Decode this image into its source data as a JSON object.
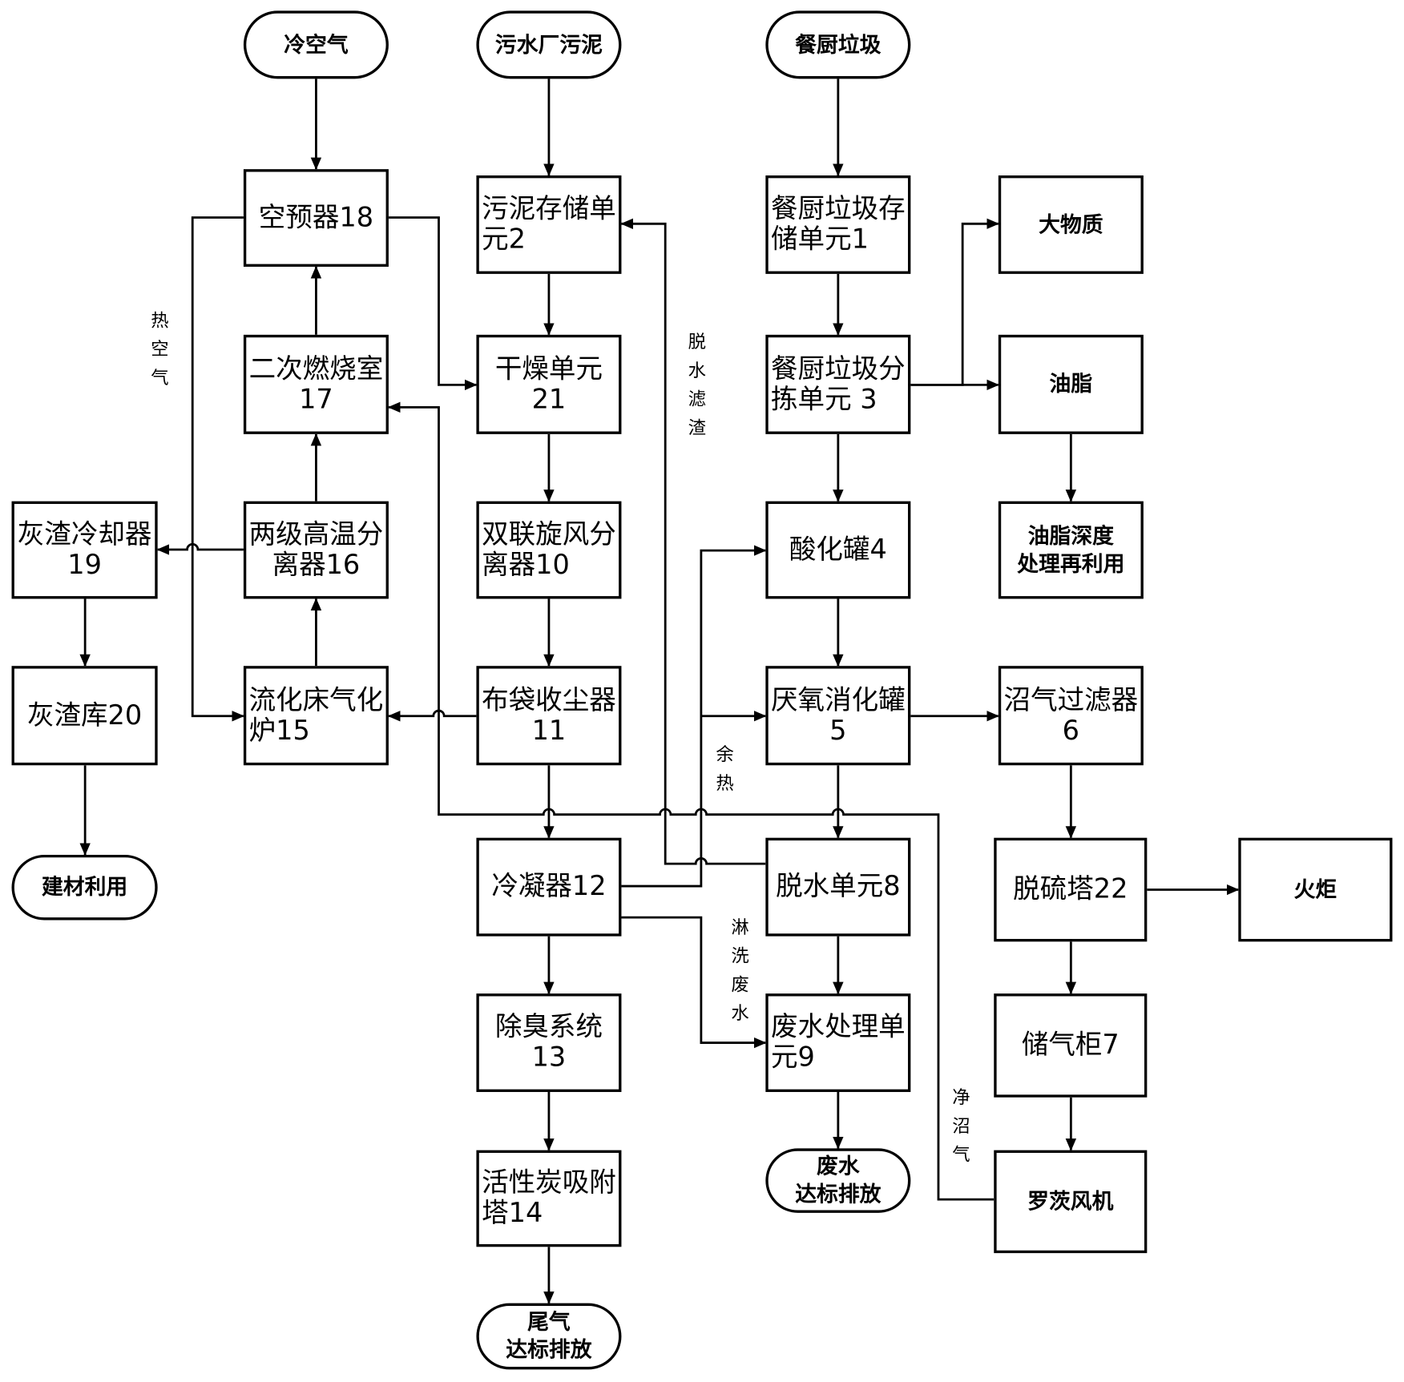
{
  "colors": {
    "line": "#000000",
    "box_fill": "#ffffff",
    "text": "#000000"
  },
  "nodes": {
    "cold_air": {
      "label": "冷空气"
    },
    "sewage_sludge": {
      "label": "污水厂污泥"
    },
    "kitchen_waste": {
      "label": "餐厨垃圾"
    },
    "building_materials": {
      "label": "建材利用"
    },
    "wastewater_discharge": {
      "label": "废水\n达标排放"
    },
    "exhaust_discharge": {
      "label": "尾气\n达标排放"
    },
    "air_preheater": {
      "label": "空预器18"
    },
    "secondary_combustion": {
      "label": "二次燃烧室\n17"
    },
    "separator": {
      "label": "两级高温分\n离器16"
    },
    "gasifier": {
      "label": "流化床气化\n炉15"
    },
    "ash_cooler": {
      "label": "灰渣冷却器\n19"
    },
    "ash_silo": {
      "label": "灰渣库20"
    },
    "sludge_storage": {
      "label": "污泥存储单\n元2"
    },
    "dryer": {
      "label": "干燥单元21"
    },
    "cyclone": {
      "label": "双联旋风分\n离器10"
    },
    "baghouse": {
      "label": "布袋收尘器\n11"
    },
    "condenser": {
      "label": "冷凝器12"
    },
    "deodorization": {
      "label": "除臭系统13"
    },
    "carbon_tower": {
      "label": "活性炭吸附\n塔14"
    },
    "kitchen_storage": {
      "label": "餐厨垃圾存\n储单元1"
    },
    "sorting": {
      "label": "餐厨垃圾分\n拣单元 3"
    },
    "acidification": {
      "label": "酸化罐4"
    },
    "anaerobic": {
      "label": "厌氧消化罐\n5"
    },
    "dewatering": {
      "label": "脱水单元8"
    },
    "wastewater_treatment": {
      "label": "废水处理单\n元9"
    },
    "bulky": {
      "label": "大物质"
    },
    "grease": {
      "label": "油脂"
    },
    "grease_reuse": {
      "label": "油脂深度\n处理再利用"
    },
    "biogas_filter": {
      "label": "沼气过滤器\n6"
    },
    "desulfurization": {
      "label": "脱硫塔22"
    },
    "flare": {
      "label": "火炬"
    },
    "gas_holder": {
      "label": "储气柜7"
    },
    "roots_blower": {
      "label": "罗茨风机"
    }
  },
  "edge_labels": {
    "hot_air": "热空气",
    "dewatering_residue": "脱水滤渣",
    "waste_heat": "余热",
    "scrubbing_wastewater": "淋洗废水",
    "clean_biogas": "净沼气"
  }
}
